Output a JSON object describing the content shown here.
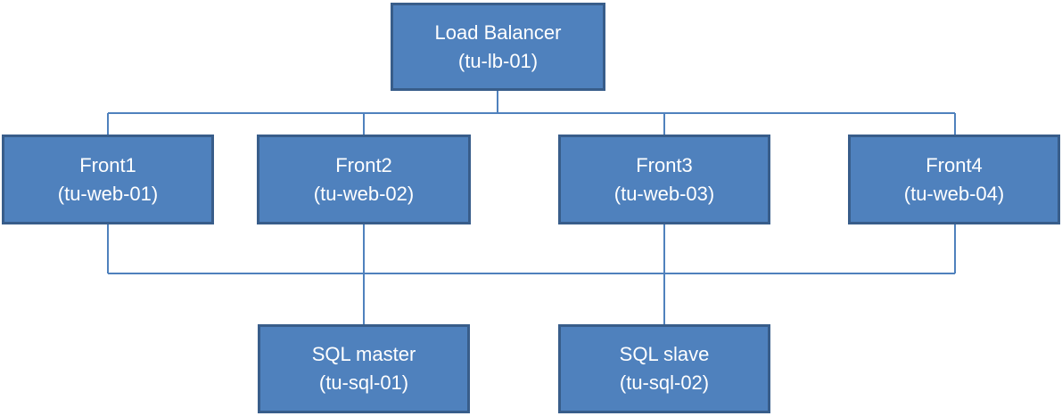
{
  "diagram": {
    "line_color": "#4f81bd",
    "node_fill": "#4f81bd",
    "node_border": "#385d8a",
    "text_color": "#ffffff",
    "nodes": {
      "load_balancer": {
        "name": "Load Balancer",
        "host": "(tu-lb-01)"
      },
      "front1": {
        "name": "Front1",
        "host": "(tu-web-01)"
      },
      "front2": {
        "name": "Front2",
        "host": "(tu-web-02)"
      },
      "front3": {
        "name": "Front3",
        "host": "(tu-web-03)"
      },
      "front4": {
        "name": "Front4",
        "host": "(tu-web-04)"
      },
      "sql_master": {
        "name": "SQL master",
        "host": "(tu-sql-01)"
      },
      "sql_slave": {
        "name": "SQL slave",
        "host": "(tu-sql-02)"
      }
    },
    "connections": [
      {
        "from": "load_balancer",
        "to": "front1"
      },
      {
        "from": "load_balancer",
        "to": "front2"
      },
      {
        "from": "load_balancer",
        "to": "front3"
      },
      {
        "from": "load_balancer",
        "to": "front4"
      },
      {
        "from": "front1",
        "to": "sql_master"
      },
      {
        "from": "front2",
        "to": "sql_master"
      },
      {
        "from": "front3",
        "to": "sql_master"
      },
      {
        "from": "front4",
        "to": "sql_master"
      },
      {
        "from": "front1",
        "to": "sql_slave"
      },
      {
        "from": "front2",
        "to": "sql_slave"
      },
      {
        "from": "front3",
        "to": "sql_slave"
      },
      {
        "from": "front4",
        "to": "sql_slave"
      }
    ]
  }
}
